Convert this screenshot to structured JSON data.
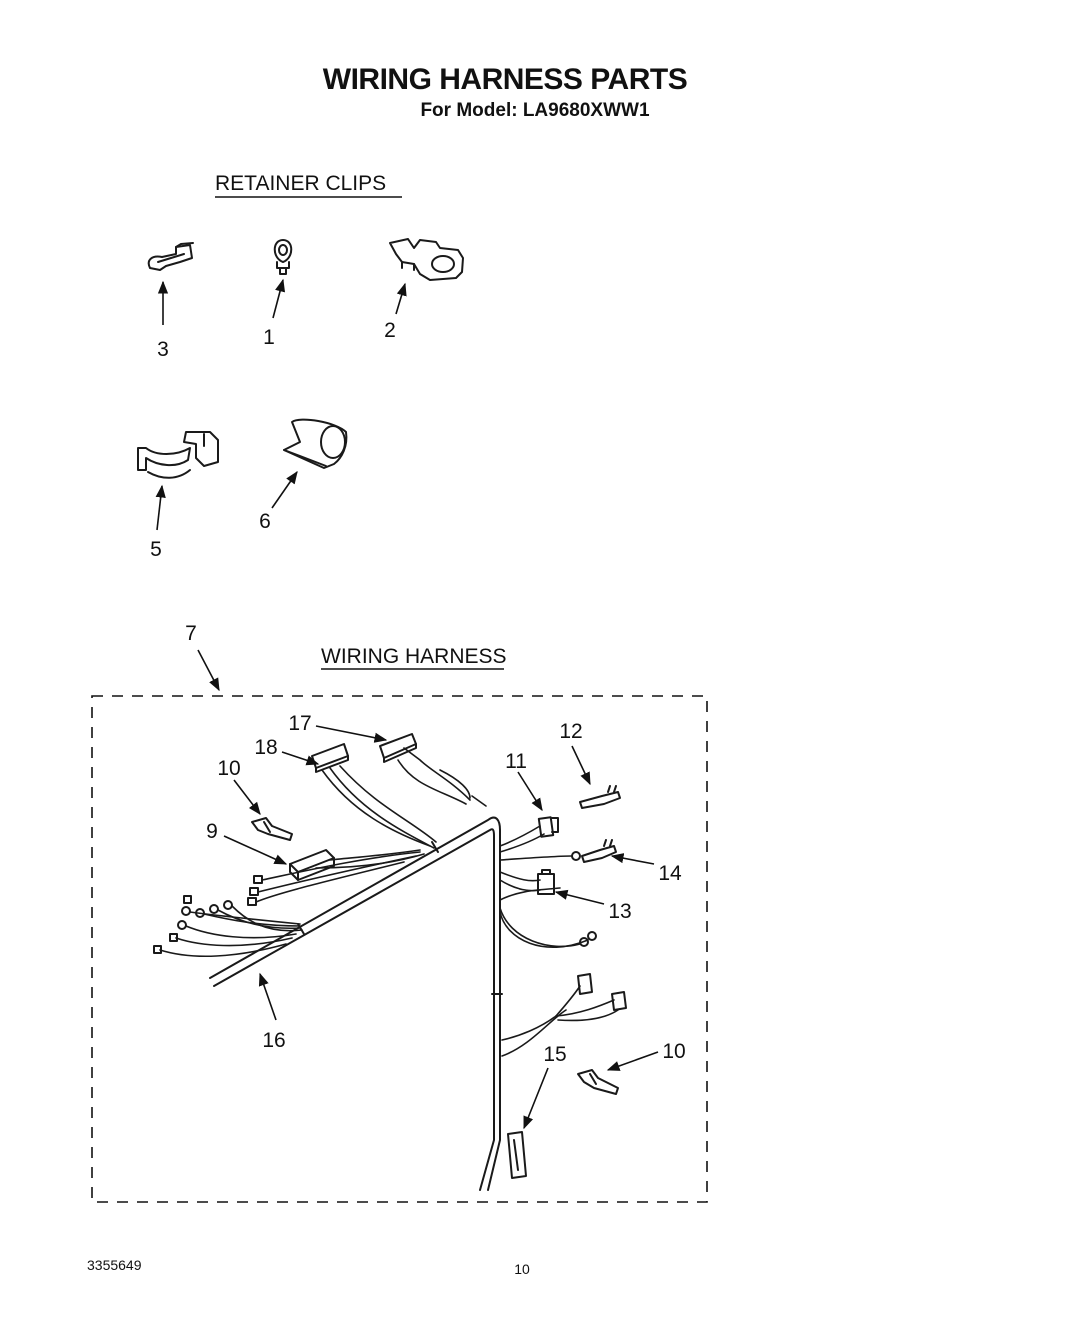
{
  "header": {
    "title": "WIRING HARNESS PARTS",
    "subtitle": "For Model: LA9680XWW1"
  },
  "sections": {
    "retainer_clips": "RETAINER CLIPS",
    "wiring_harness": "WIRING HARNESS"
  },
  "callouts": {
    "c1": "1",
    "c2": "2",
    "c3": "3",
    "c5": "5",
    "c6": "6",
    "c7": "7",
    "c9": "9",
    "c10a": "10",
    "c10b": "10",
    "c11": "11",
    "c12": "12",
    "c13": "13",
    "c14": "14",
    "c15": "15",
    "c16": "16",
    "c17": "17",
    "c18": "18"
  },
  "footer": {
    "doc_number": "3355649",
    "page_number": "10"
  },
  "colors": {
    "ink": "#111111",
    "background": "#ffffff"
  }
}
